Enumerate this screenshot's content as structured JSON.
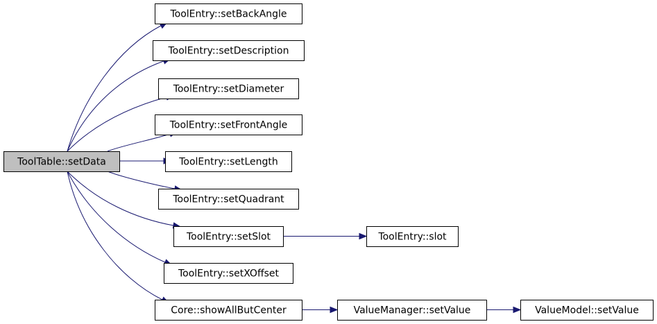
{
  "nodes": [
    {
      "id": "root",
      "label": "ToolTable::setData",
      "fill": "#bfbfbf"
    },
    {
      "id": "setBackAngle",
      "label": "ToolEntry::setBackAngle",
      "fill": "#ffffff"
    },
    {
      "id": "setDescription",
      "label": "ToolEntry::setDescription",
      "fill": "#ffffff"
    },
    {
      "id": "setDiameter",
      "label": "ToolEntry::setDiameter",
      "fill": "#ffffff"
    },
    {
      "id": "setFrontAngle",
      "label": "ToolEntry::setFrontAngle",
      "fill": "#ffffff"
    },
    {
      "id": "setLength",
      "label": "ToolEntry::setLength",
      "fill": "#ffffff"
    },
    {
      "id": "setQuadrant",
      "label": "ToolEntry::setQuadrant",
      "fill": "#ffffff"
    },
    {
      "id": "setSlot",
      "label": "ToolEntry::setSlot",
      "fill": "#ffffff"
    },
    {
      "id": "setXOffset",
      "label": "ToolEntry::setXOffset",
      "fill": "#ffffff"
    },
    {
      "id": "showAllButCenter",
      "label": "Core::showAllButCenter",
      "fill": "#ffffff"
    },
    {
      "id": "slot",
      "label": "ToolEntry::slot",
      "fill": "#ffffff"
    },
    {
      "id": "vmSetValue",
      "label": "ValueManager::setValue",
      "fill": "#ffffff"
    },
    {
      "id": "vmodelSetValue",
      "label": "ValueModel::setValue",
      "fill": "#ffffff"
    }
  ],
  "edges": [
    {
      "from": "root",
      "to": "setBackAngle"
    },
    {
      "from": "root",
      "to": "setDescription"
    },
    {
      "from": "root",
      "to": "setDiameter"
    },
    {
      "from": "root",
      "to": "setFrontAngle"
    },
    {
      "from": "root",
      "to": "setLength"
    },
    {
      "from": "root",
      "to": "setQuadrant"
    },
    {
      "from": "root",
      "to": "setSlot"
    },
    {
      "from": "root",
      "to": "setXOffset"
    },
    {
      "from": "root",
      "to": "showAllButCenter"
    },
    {
      "from": "setSlot",
      "to": "slot"
    },
    {
      "from": "showAllButCenter",
      "to": "vmSetValue"
    },
    {
      "from": "vmSetValue",
      "to": "vmodelSetValue"
    }
  ],
  "colors": {
    "edge": "#191970",
    "node_border": "#000000",
    "root_fill": "#bfbfbf"
  }
}
